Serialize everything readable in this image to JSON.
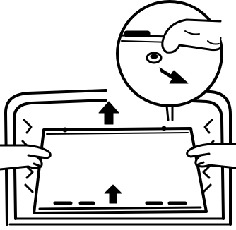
{
  "figure": {
    "kind": "instruction-illustration",
    "icons": [
      "oven-cavity",
      "bottom-panel",
      "up-arrow",
      "hand-left",
      "hand-right",
      "magnifier-detail",
      "finger-press",
      "down-right-arrow"
    ],
    "colors": {
      "ink": "#000000",
      "paper": "#ffffff"
    }
  }
}
